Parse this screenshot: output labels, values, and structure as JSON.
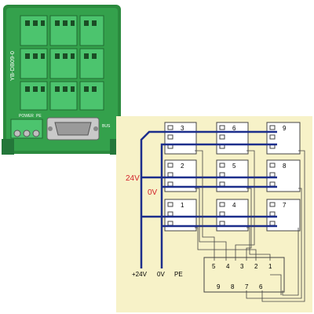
{
  "product": {
    "model_label": "YB-DB09-0",
    "power_label": "POWER",
    "pe_label": "PE",
    "bus_label": "BUS"
  },
  "wiring": {
    "blocks": [
      "1",
      "2",
      "3",
      "4",
      "5",
      "6",
      "7",
      "8",
      "9"
    ],
    "voltage_24v": "24V",
    "voltage_0v": "0V",
    "bottom_labels": {
      "plus24v": "+24V",
      "zero_v": "0V",
      "pe": "PE"
    },
    "db9_top_pins": [
      "5",
      "4",
      "3",
      "2",
      "1"
    ],
    "db9_bottom_pins": [
      "9",
      "8",
      "7",
      "6"
    ]
  },
  "colors": {
    "pcb_green": "#2f9a46",
    "terminal_green": "#47c46a",
    "diagram_bg": "#f7f2c8",
    "bus_blue": "#1c2e8c",
    "label_red": "#d2222a"
  }
}
